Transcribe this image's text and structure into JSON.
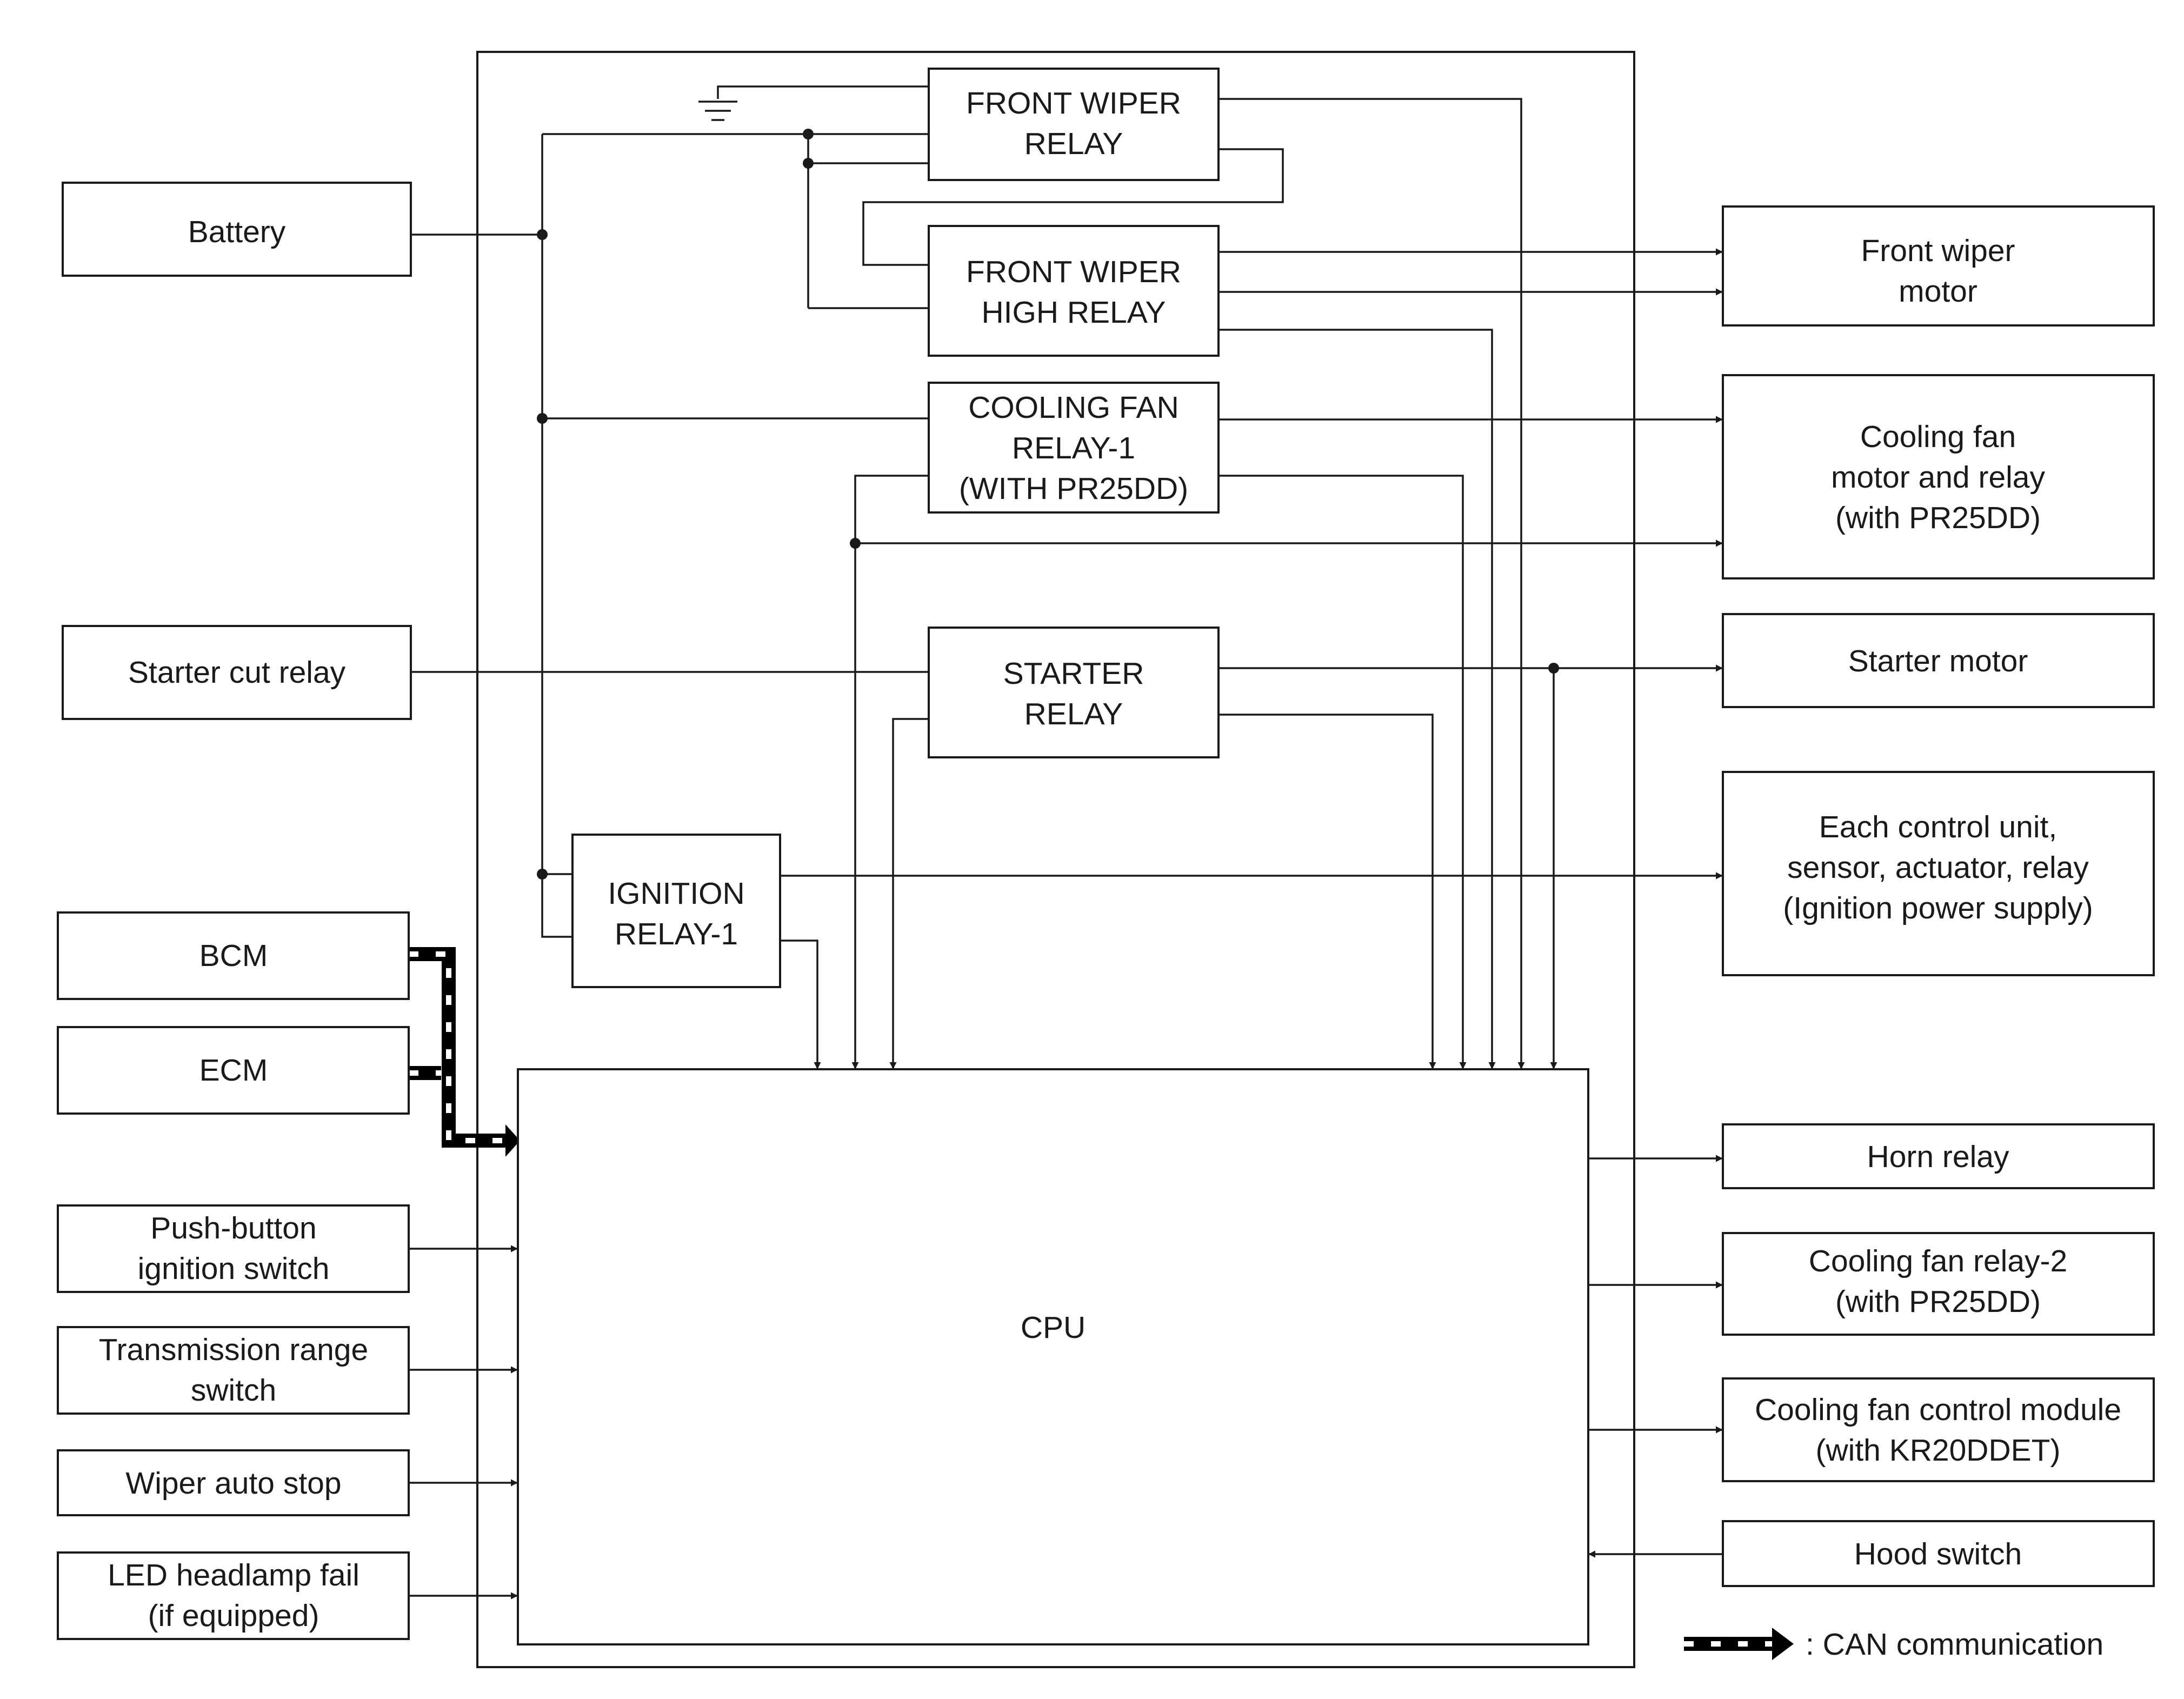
{
  "diagram": {
    "components": {
      "battery": [
        "Battery"
      ],
      "starter_cut_relay": [
        "Starter cut relay"
      ],
      "bcm": [
        "BCM"
      ],
      "ecm": [
        "ECM"
      ],
      "push_button_ignition_switch": [
        "Push-button",
        "ignition switch"
      ],
      "transmission_range_switch": [
        "Transmission range",
        "switch"
      ],
      "wiper_auto_stop": [
        "Wiper auto stop"
      ],
      "led_headlamp_fail": [
        "LED headlamp fail",
        "(if equipped)"
      ],
      "front_wiper_relay": [
        "FRONT WIPER",
        "RELAY"
      ],
      "front_wiper_high_relay": [
        "FRONT WIPER",
        "HIGH RELAY"
      ],
      "cooling_fan_relay_1": [
        "COOLING FAN",
        "RELAY-1",
        "(WITH PR25DD)"
      ],
      "starter_relay": [
        "STARTER",
        "RELAY"
      ],
      "ignition_relay_1": [
        "IGNITION",
        "RELAY-1"
      ],
      "cpu": [
        "CPU"
      ],
      "front_wiper_motor": [
        "Front wiper",
        "motor"
      ],
      "cooling_fan_motor_and_relay": [
        "Cooling fan",
        "motor and relay",
        "(with PR25DD)"
      ],
      "starter_motor": [
        "Starter motor"
      ],
      "each_control_unit": [
        "Each control unit,",
        "sensor, actuator, relay",
        "(Ignition power supply)"
      ],
      "horn_relay": [
        "Horn relay"
      ],
      "cooling_fan_relay_2": [
        "Cooling fan relay-2",
        "(with PR25DD)"
      ],
      "cooling_fan_control_module": [
        "Cooling fan control module",
        "(with KR20DDET)"
      ],
      "hood_switch": [
        "Hood switch"
      ]
    },
    "legend": {
      "can_label": ": CAN communication"
    }
  }
}
